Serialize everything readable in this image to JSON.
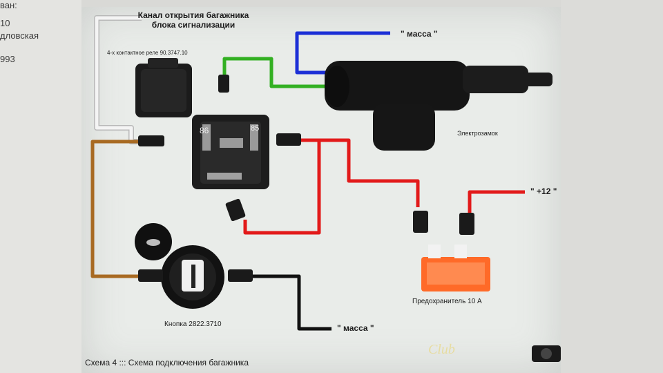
{
  "left_page": {
    "lines": [
      "ван:",
      "10",
      "дловская",
      "993"
    ]
  },
  "diagram": {
    "title": "Канал открытия багажника блока сигнализации",
    "relay_label": "4-х контактное реле 90.3747.10",
    "relay_pin_86": "86",
    "relay_pin_85": "85",
    "lock_label": "Электрозамок",
    "ground_label_top": "\" масса \"",
    "ground_label_bottom": "\" масса \"",
    "plus12_label": "\" +12 \"",
    "fuse_label": "Предохранитель 10 А",
    "button_label": "Кнопка 2822.3710",
    "caption": "Схема 4  :::  Схема подключения багажника",
    "watermark": "Club"
  },
  "colors": {
    "wire_white": "#f4f4f4",
    "wire_brown": "#a86a22",
    "wire_green": "#33b022",
    "wire_blue": "#1c2fd6",
    "wire_red": "#e21a1a",
    "wire_black": "#111111",
    "fuse_orange": "#ff6a28"
  }
}
